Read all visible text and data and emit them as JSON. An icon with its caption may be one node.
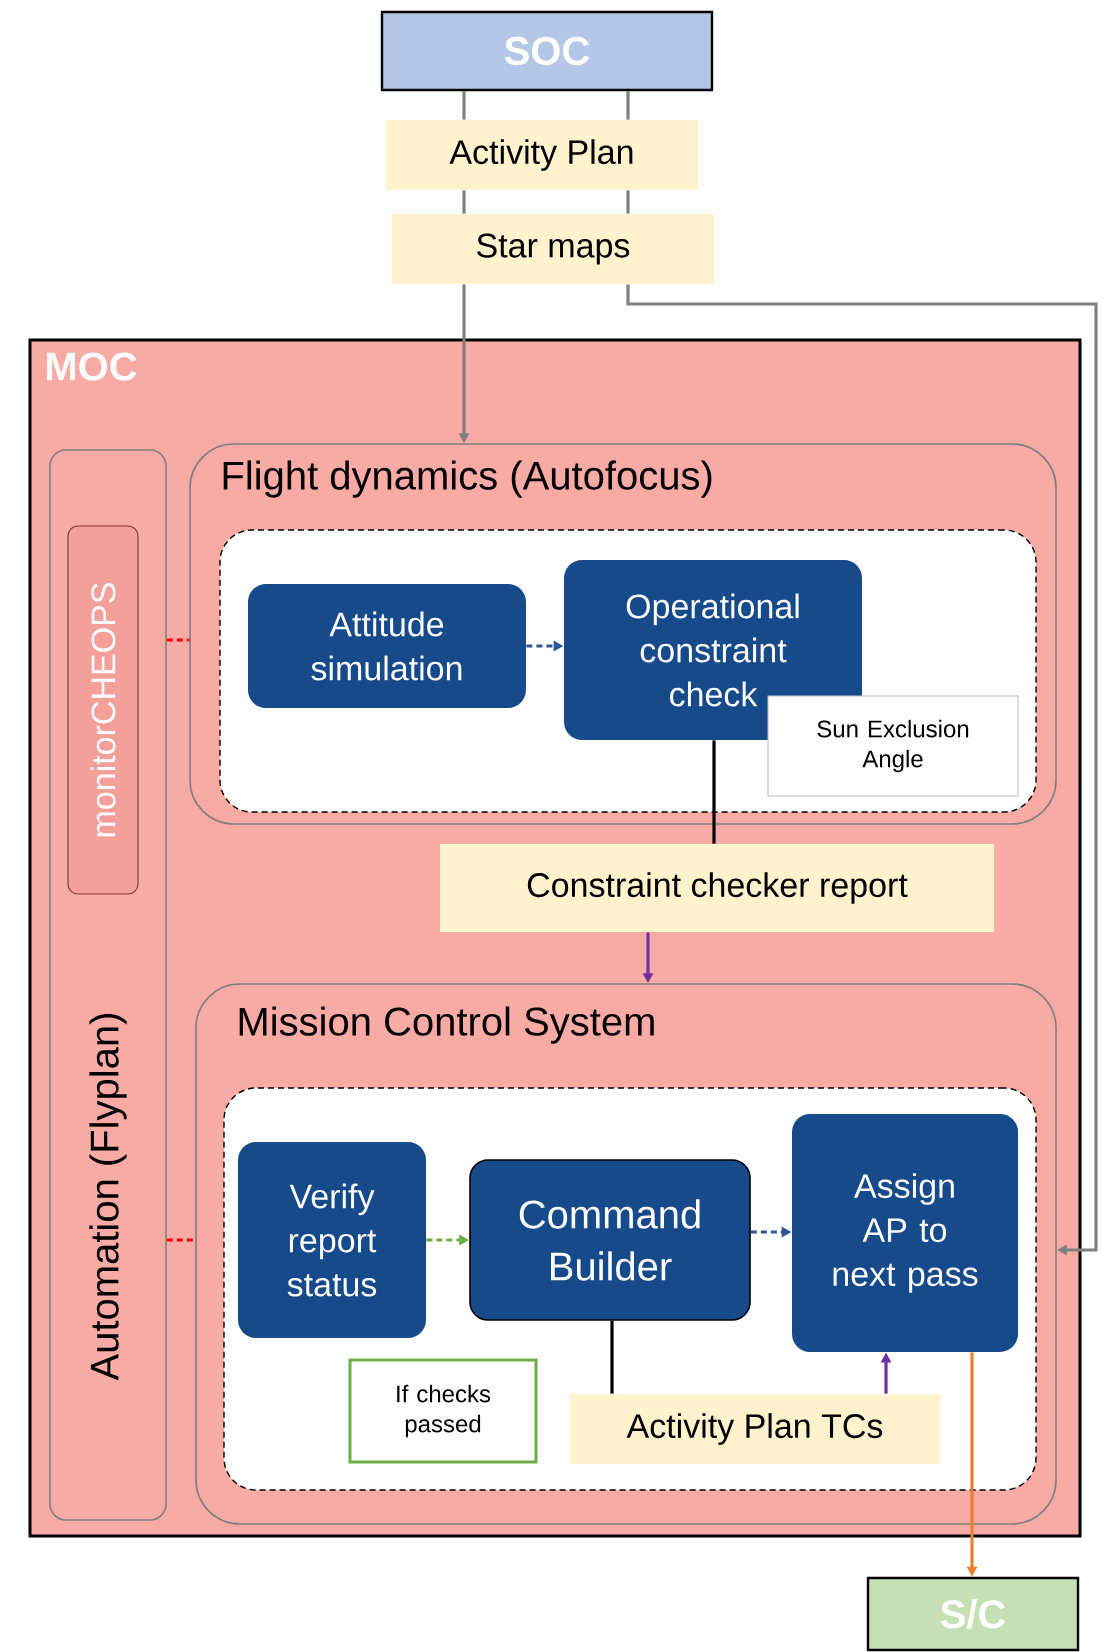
{
  "diagram": {
    "nodes": [
      {
        "text": [
          "SOC"
        ]
      },
      {
        "text": [
          "Activity Plan"
        ]
      },
      {
        "text": [
          "Star maps"
        ]
      },
      {
        "text": [
          "MOC"
        ]
      },
      {
        "text": [
          "Automation (Flyplan)"
        ],
        "in": 3
      },
      {
        "text": [
          "monitorCHEOPS"
        ],
        "in": 4
      },
      {
        "text": [
          "Flight dynamics (Autofocus)"
        ],
        "in": 3
      },
      {
        "text": [],
        "shape": "box",
        "in": 6
      },
      {
        "text": [
          "Attitude simulation"
        ],
        "in": 7
      },
      {
        "text": [
          "Operational constraint check"
        ],
        "in": 7
      },
      {
        "text": [
          "Sun Exclusion Angle"
        ],
        "in": 7
      },
      {
        "text": [
          "Constraint checker report"
        ],
        "in": 3
      },
      {
        "text": [
          "Mission Control System"
        ],
        "in": 3
      },
      {
        "text": [],
        "shape": "box",
        "in": 12
      },
      {
        "text": [
          "Verify report status"
        ],
        "in": 13
      },
      {
        "text": [
          "Command Builder"
        ],
        "in": 13
      },
      {
        "text": [
          "Assign AP to next pass"
        ],
        "in": 13
      },
      {
        "text": [
          "If checks passed"
        ],
        "in": 13
      },
      {
        "text": [
          "Activity Plan TCs"
        ],
        "in": 13
      },
      {
        "text": [
          "S/C"
        ]
      }
    ],
    "edges": [
      {
        "from": 0,
        "to": 1,
        "arrow": "none"
      },
      {
        "from": 0,
        "to": 1,
        "arrow": "none"
      },
      {
        "from": 1,
        "to": 2,
        "arrow": "none"
      },
      {
        "from": 1,
        "to": 2,
        "arrow": "none"
      },
      {
        "from": 2,
        "to": 6,
        "arrow": "to"
      },
      {
        "from": 2,
        "to": 12,
        "arrow": "to"
      },
      {
        "from": 4,
        "to": 6,
        "arrow": "none",
        "style": "dashed",
        "color": "#ff0000"
      },
      {
        "from": 4,
        "to": 12,
        "arrow": "none",
        "style": "dashed",
        "color": "#ff0000"
      },
      {
        "from": 8,
        "to": 9,
        "arrow": "to",
        "style": "dashed",
        "color": "#2f5597"
      },
      {
        "from": 9,
        "to": 11,
        "arrow": "none",
        "color": "#000000"
      },
      {
        "from": 11,
        "to": 12,
        "arrow": "to",
        "color": "#7030a0"
      },
      {
        "from": 14,
        "to": 15,
        "arrow": "to",
        "style": "dashed",
        "color": "#70ad47"
      },
      {
        "from": 15,
        "to": 16,
        "arrow": "to",
        "style": "dashed",
        "color": "#2f5597"
      },
      {
        "from": 15,
        "to": 18,
        "arrow": "none",
        "color": "#000000"
      },
      {
        "from": 18,
        "to": 16,
        "arrow": "to",
        "color": "#7030a0"
      },
      {
        "from": 16,
        "to": 19,
        "arrow": "to",
        "color": "#ed7d31"
      }
    ]
  }
}
